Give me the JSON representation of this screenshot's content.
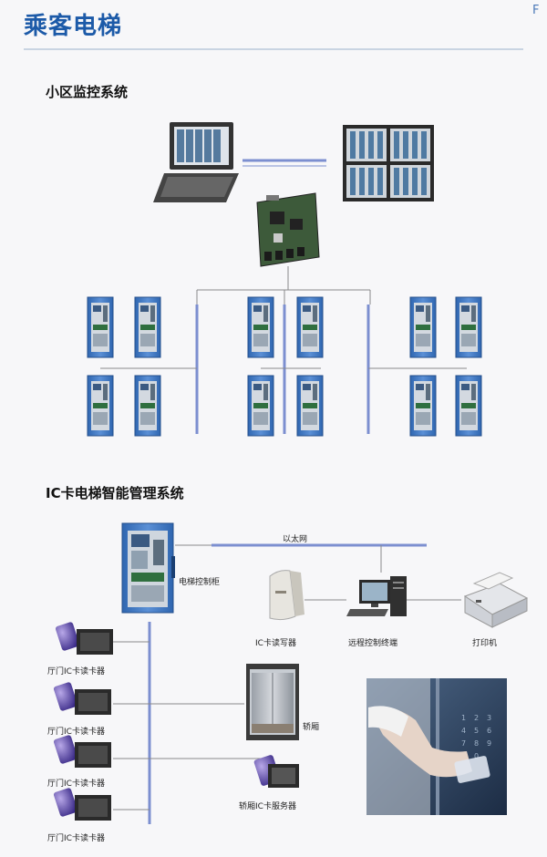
{
  "page": {
    "title": "乘客电梯",
    "corner_mark": "F"
  },
  "section1": {
    "title": "小区监控系统"
  },
  "section2": {
    "title": "IC卡电梯智能管理系统",
    "labels": {
      "ethernet": "以太网",
      "control_cabinet": "电梯控制柜",
      "card_writer": "IC卡读写器",
      "remote_terminal": "远程控制终端",
      "printer": "打印机",
      "car": "轿厢",
      "car_card_server": "轿厢IC卡服务器",
      "hall_reader": "厅门IC卡读卡器"
    }
  },
  "keypad_digits": [
    "1",
    "2",
    "3",
    "4",
    "5",
    "6",
    "7",
    "8",
    "9",
    "0"
  ],
  "colors": {
    "accent": "#1c5aa8",
    "bus": "#7c8fd0",
    "line": "#8a8a8a",
    "cabinet": "#3f78c0"
  }
}
